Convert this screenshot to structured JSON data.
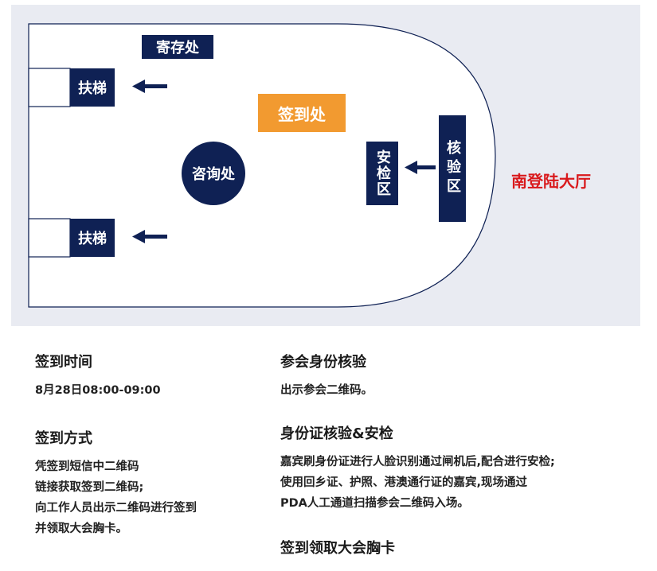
{
  "colors": {
    "panel_bg": "#e9ebf2",
    "navy": "#0f2154",
    "orange": "#f29a30",
    "hall_red": "#d9191c"
  },
  "map": {
    "storage": "寄存处",
    "escalator_top": "扶梯",
    "escalator_bottom": "扶梯",
    "checkin": "签到处",
    "info_desk": "咨询处",
    "security": "安检区",
    "verification": "核验区",
    "hall": "南登陆大厅"
  },
  "left_column": {
    "time_title": "签到时间",
    "time_value": "8月28日08:00-09:00",
    "method_title": "签到方式",
    "method_lines": [
      "凭签到短信中二维码",
      "链接获取签到二维码;",
      "向工作人员出示二维码进行签到",
      "并领取大会胸卡。"
    ]
  },
  "right_column": {
    "verify_title": "参会身份核验",
    "verify_line": "出示参会二维码。",
    "id_title": "身份证核验&安检",
    "id_lines": [
      "嘉宾刷身份证进行人脸识别通过闸机后,配合进行安检;",
      "使用回乡证、护照、港澳通行证的嘉宾,现场通过",
      "PDA人工通道扫描参会二维码入场。"
    ],
    "badge_title": "签到领取大会胸卡"
  }
}
